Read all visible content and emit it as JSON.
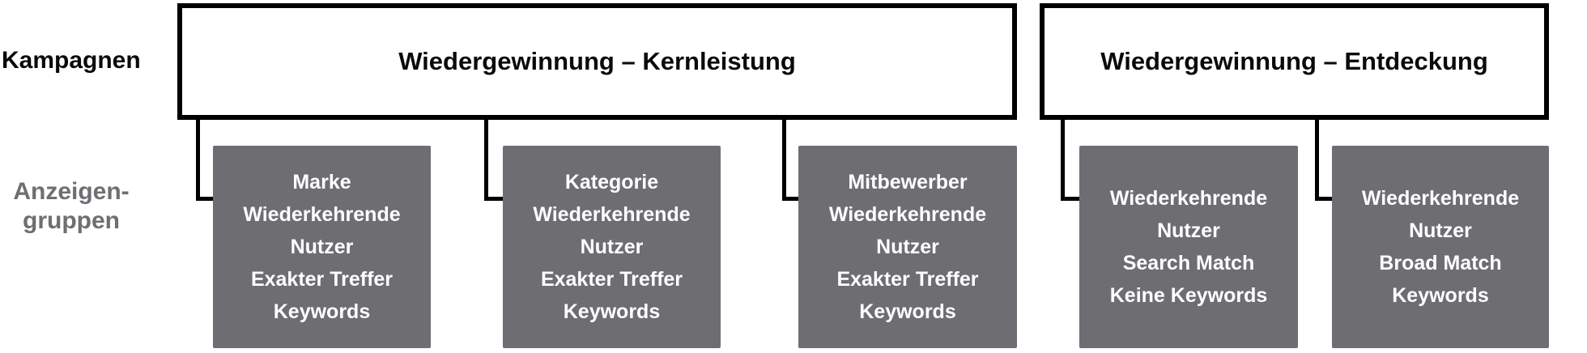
{
  "labels": {
    "campaigns_row": "Kampagnen",
    "ad_groups_row_line1": "Anzeigen-",
    "ad_groups_row_line2": "gruppen"
  },
  "campaigns": [
    {
      "title": "Wiedergewinnung – Kernleistung",
      "ad_groups": [
        {
          "lines": [
            "Marke",
            "Wiederkehrende",
            "Nutzer",
            "Exakter Treffer",
            "Keywords"
          ]
        },
        {
          "lines": [
            "Kategorie",
            "Wiederkehrende",
            "Nutzer",
            "Exakter Treffer",
            "Keywords"
          ]
        },
        {
          "lines": [
            "Mitbewerber",
            "Wiederkehrende",
            "Nutzer",
            "Exakter Treffer",
            "Keywords"
          ]
        }
      ]
    },
    {
      "title": "Wiedergewinnung – Entdeckung",
      "ad_groups": [
        {
          "lines": [
            "Wiederkehrende",
            "Nutzer",
            "Search Match",
            "Keine Keywords"
          ]
        },
        {
          "lines": [
            "Wiederkehrende",
            "Nutzer",
            "Broad Match",
            "Keywords"
          ]
        }
      ]
    }
  ],
  "colors": {
    "border_black": "#000000",
    "box_gray": "#6d6d72",
    "label_gray": "#6e6e73",
    "box_text": "#ffffff",
    "title_black": "#0a0a0a"
  }
}
